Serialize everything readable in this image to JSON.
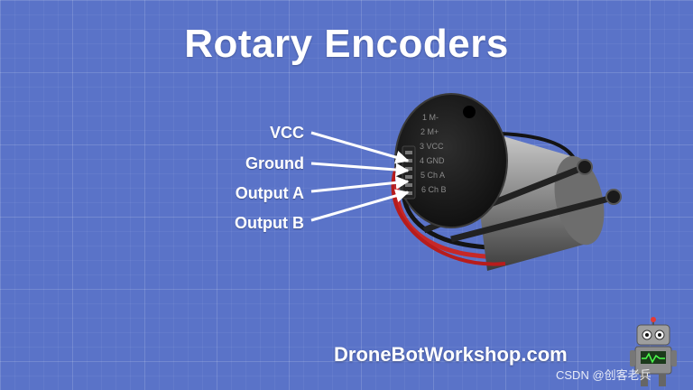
{
  "slide": {
    "title": "Rotary Encoders",
    "pin_labels": [
      "VCC",
      "Ground",
      "Output A",
      "Output B"
    ],
    "encoder_pins": [
      "1 M-",
      "2 M+",
      "3 VCC",
      "4 GND",
      "5 Ch A",
      "6 Ch B"
    ],
    "website": "DroneBotWorkshop.com",
    "watermark": "CSDN @创客老兵"
  },
  "colors": {
    "background": "#5a73c8",
    "text": "#ffffff",
    "motor_body": "#1a1a1a",
    "wire_red": "#c62828",
    "can_silver": "#9e9e9e"
  },
  "icons": [
    "robot-mascot-icon"
  ]
}
